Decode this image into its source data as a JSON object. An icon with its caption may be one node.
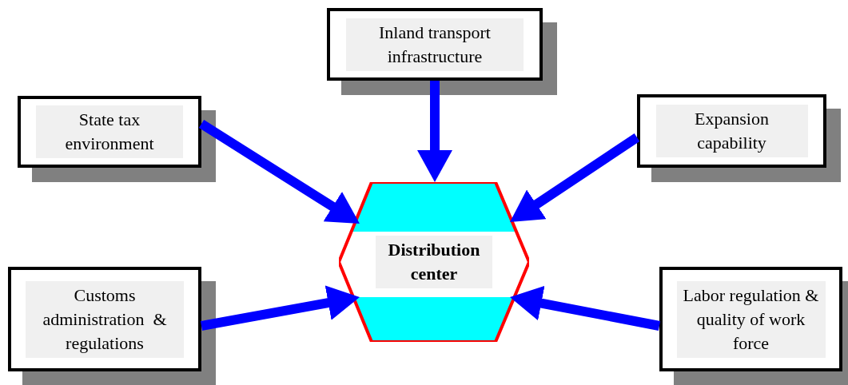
{
  "diagram": {
    "nodes": [
      {
        "text": [
          "Inland transport infrastructure"
        ]
      },
      {
        "text": [
          "State tax environment"
        ]
      },
      {
        "text": [
          "Expansion capability"
        ]
      },
      {
        "text": [
          "Distribution center"
        ]
      },
      {
        "text": [
          "Customs administration  & regulations"
        ]
      },
      {
        "text": [
          "Labor regulation & quality of work force"
        ]
      }
    ],
    "edges": [
      {
        "from": 0,
        "to": 3,
        "arrow": "to"
      },
      {
        "from": 1,
        "to": 3,
        "arrow": "to"
      },
      {
        "from": 2,
        "to": 3,
        "arrow": "to"
      },
      {
        "from": 4,
        "to": 3,
        "arrow": "to"
      },
      {
        "from": 5,
        "to": 3,
        "arrow": "to"
      }
    ]
  }
}
